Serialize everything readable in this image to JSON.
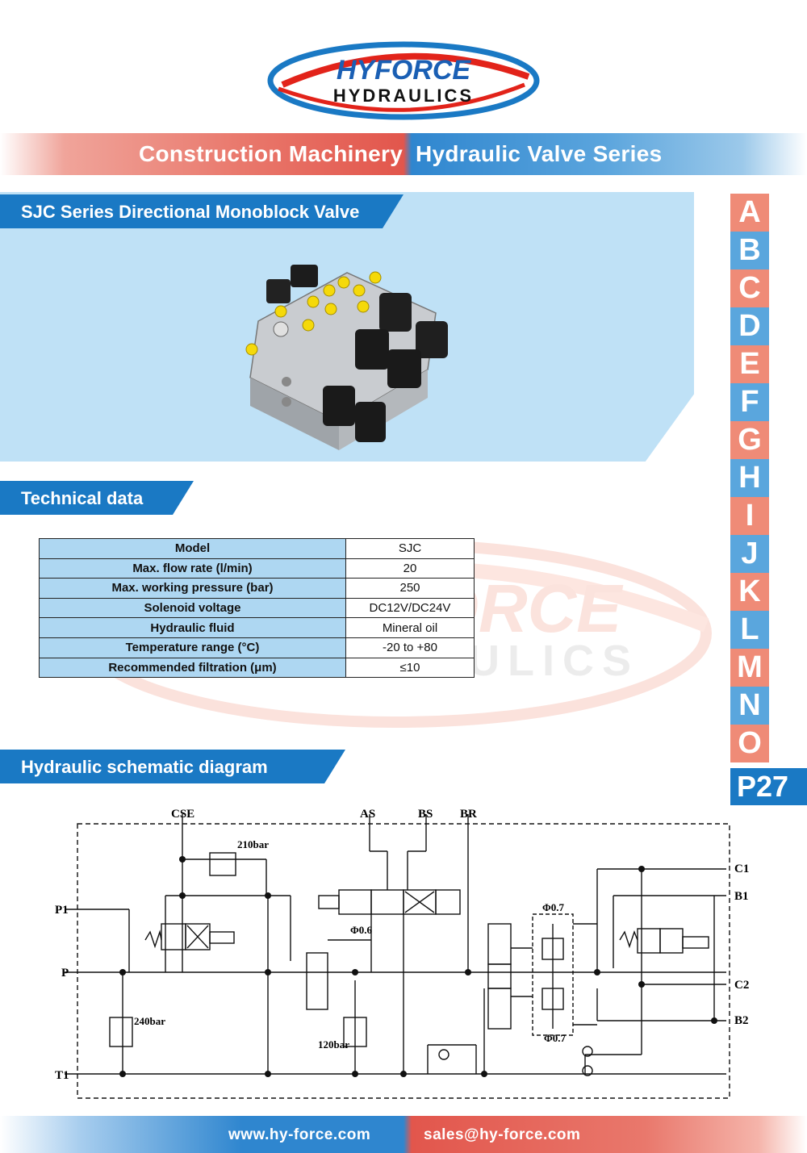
{
  "logo": {
    "line1": "HYFORCE",
    "line2": "HYDRAULICS"
  },
  "banner": {
    "part1": "Construction Machinery",
    "part2": "Hydraulic Valve Series"
  },
  "sections": {
    "product": "SJC Series Directional Monoblock Valve",
    "technical": "Technical data",
    "schematic": "Hydraulic schematic diagram"
  },
  "tech_table": [
    {
      "key": "Model",
      "value": "SJC"
    },
    {
      "key": "Max. flow rate (l/min)",
      "value": "20"
    },
    {
      "key": "Max. working pressure (bar)",
      "value": "250"
    },
    {
      "key": "Solenoid voltage",
      "value": "DC12V/DC24V"
    },
    {
      "key": "Hydraulic fluid",
      "value": "Mineral oil"
    },
    {
      "key": "Temperature range (°C)",
      "value": "-20 to +80"
    },
    {
      "key": "Recommended filtration (μm)",
      "value": "≤10"
    }
  ],
  "index_letters": [
    "A",
    "B",
    "C",
    "D",
    "E",
    "F",
    "G",
    "H",
    "I",
    "J",
    "K",
    "L",
    "M",
    "N",
    "O"
  ],
  "page_number": "P27",
  "schematic_labels": {
    "cse": "CSE",
    "as": "AS",
    "bs": "BS",
    "br": "BR",
    "p1": "P1",
    "p": "P",
    "t1": "T1",
    "c1": "C1",
    "b1": "B1",
    "c2": "C2",
    "b2": "B2",
    "r210": "210bar",
    "r240": "240bar",
    "r120": "120bar",
    "o06": "Φ0.6",
    "o07a": "Φ0.7",
    "o07b": "Φ0.7"
  },
  "footer": {
    "website": "www.hy-force.com",
    "email": "sales@hy-force.com"
  },
  "colors": {
    "brand_blue": "#1a79c4",
    "brand_red": "#e2564c",
    "panel_blue": "#bfe1f6",
    "table_key": "#aed7f2"
  }
}
